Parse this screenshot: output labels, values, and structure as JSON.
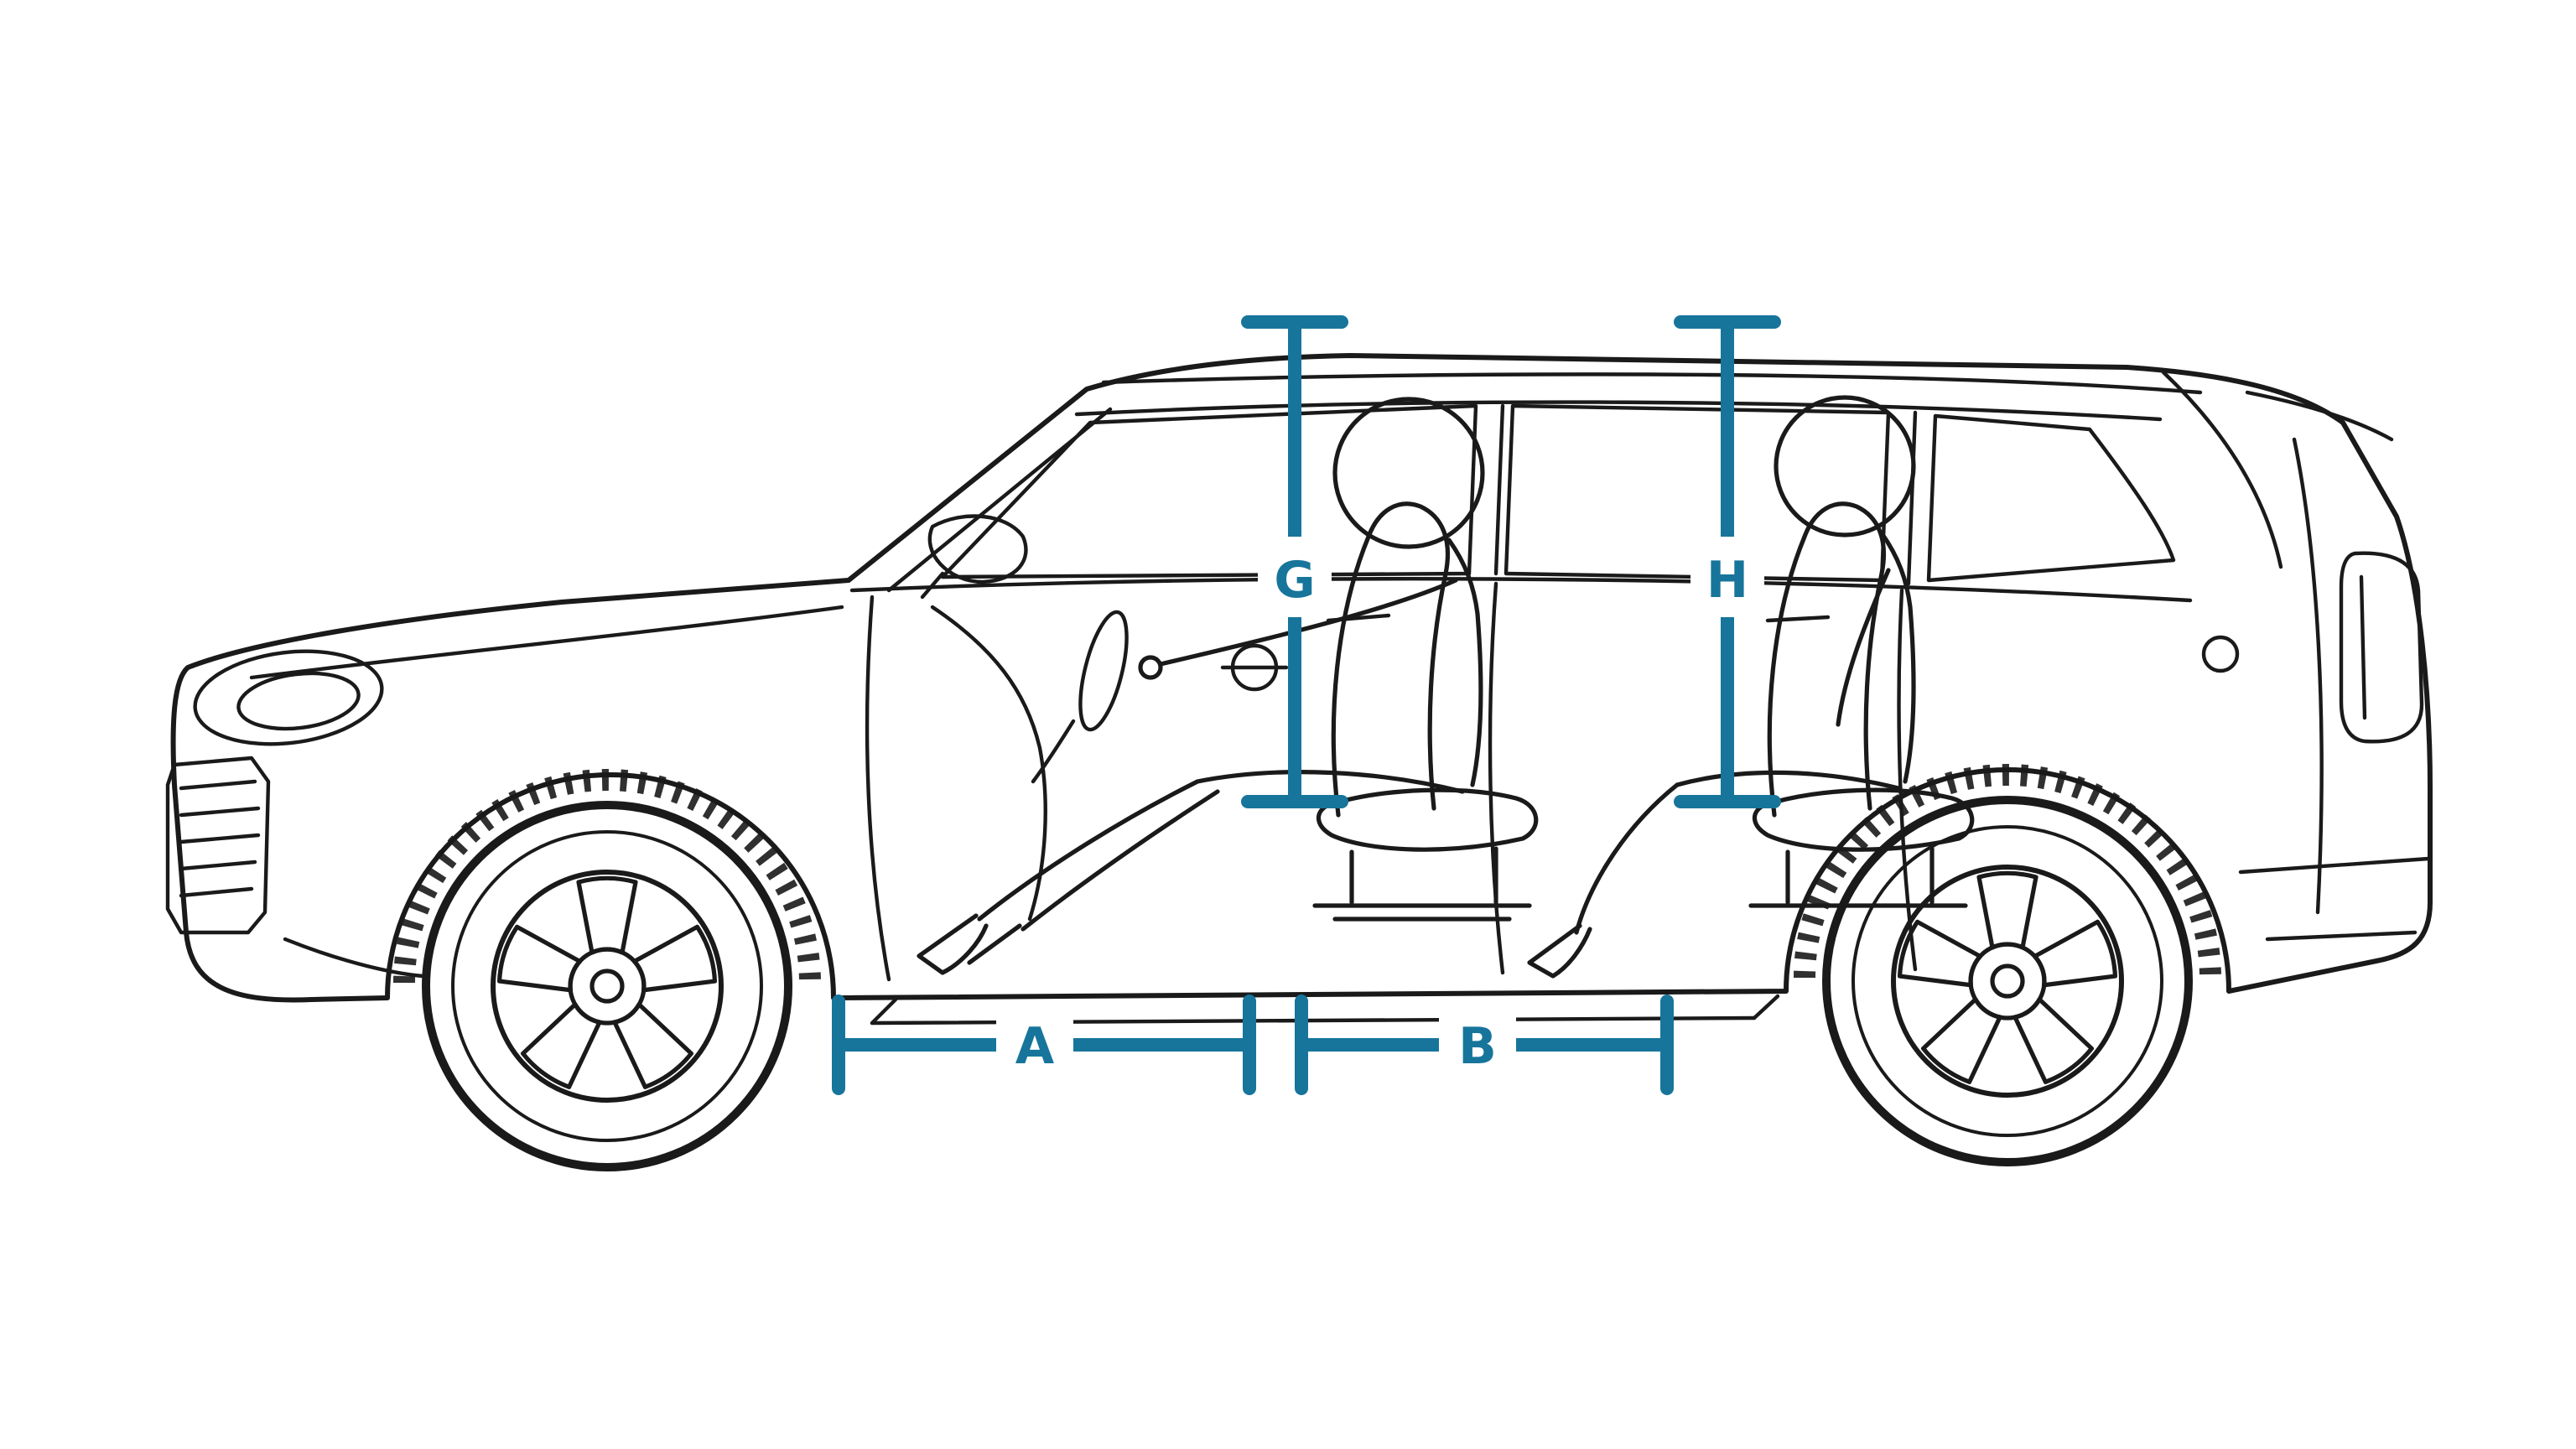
{
  "page": {
    "background_color": "#ffffff"
  },
  "diagram": {
    "illustration_alt": "Side-view line drawing of a five-door SUV with two seated occupants and interior dimension markers",
    "accent_color": "#17759b",
    "line_color": "#1a1a1a",
    "labels": {
      "g": "G",
      "h": "H",
      "a": "A",
      "b": "B"
    }
  }
}
